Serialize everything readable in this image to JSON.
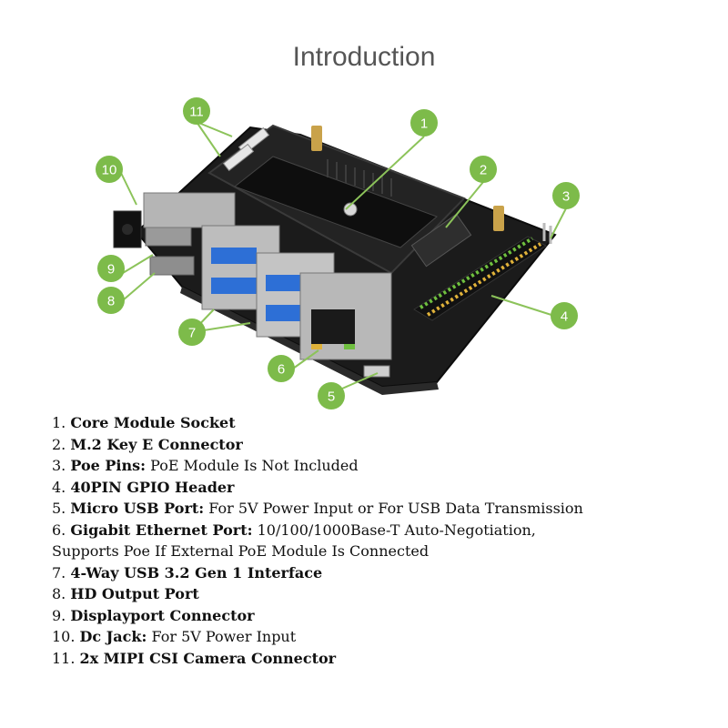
{
  "title": "Introduction",
  "callouts": [
    "1",
    "2",
    "3",
    "4",
    "5",
    "6",
    "7",
    "8",
    "9",
    "10",
    "11"
  ],
  "colors": {
    "callout": "#7dbb4a",
    "leader": "#8cc35a",
    "board": "#1b1b1b"
  },
  "features": [
    {
      "num": "1.",
      "name": "Core Module Socket",
      "desc": ""
    },
    {
      "num": "2.",
      "name": "M.2 Key E Connector",
      "desc": ""
    },
    {
      "num": "3.",
      "name": "Poe Pins:",
      "desc": "PoE Module Is Not Included"
    },
    {
      "num": "4.",
      "name": "40PIN GPIO Header",
      "desc": ""
    },
    {
      "num": "5.",
      "name": "Micro USB Port:",
      "desc": "For 5V Power Input or For USB Data Transmission"
    },
    {
      "num": "6.",
      "name": "Gigabit Ethernet Port:",
      "desc": "10/100/1000Base-T Auto-Negotiation, Supports Poe If External PoE Module Is Connected"
    },
    {
      "num": "7.",
      "name": "4-Way USB 3.2 Gen 1 Interface",
      "desc": ""
    },
    {
      "num": "8.",
      "name": "HD Output Port",
      "desc": ""
    },
    {
      "num": "9.",
      "name": "Displayport Connector",
      "desc": ""
    },
    {
      "num": "10.",
      "name": "Dc Jack:",
      "desc": "For 5V Power Input"
    },
    {
      "num": "11.",
      "name": "2x MIPI CSI Camera Connector",
      "desc": ""
    }
  ]
}
